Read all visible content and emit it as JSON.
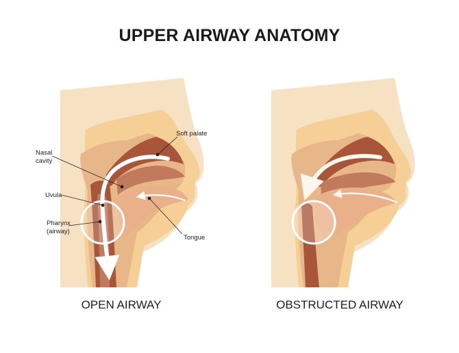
{
  "title": "UPPER AIRWAY ANATOMY",
  "panels": [
    {
      "caption": "OPEN AIRWAY",
      "labels": {
        "soft_palate": "Soft palate",
        "nasal_line1": "Nasal",
        "nasal_line2": "cavity",
        "uvula": "Uvula",
        "pharynx_line1": "Pharynx",
        "pharynx_line2": "(airway)",
        "tongue": "Tongue"
      }
    },
    {
      "caption": "OBSTRUCTED AIRWAY"
    }
  ],
  "colors": {
    "skin_light": "#f6e2c2",
    "skin": "#f5cf95",
    "tissue": "#e8b789",
    "cavity_dark": "#a8553a",
    "cavity_mid": "#c27a5c",
    "arrow": "#ffffff"
  }
}
